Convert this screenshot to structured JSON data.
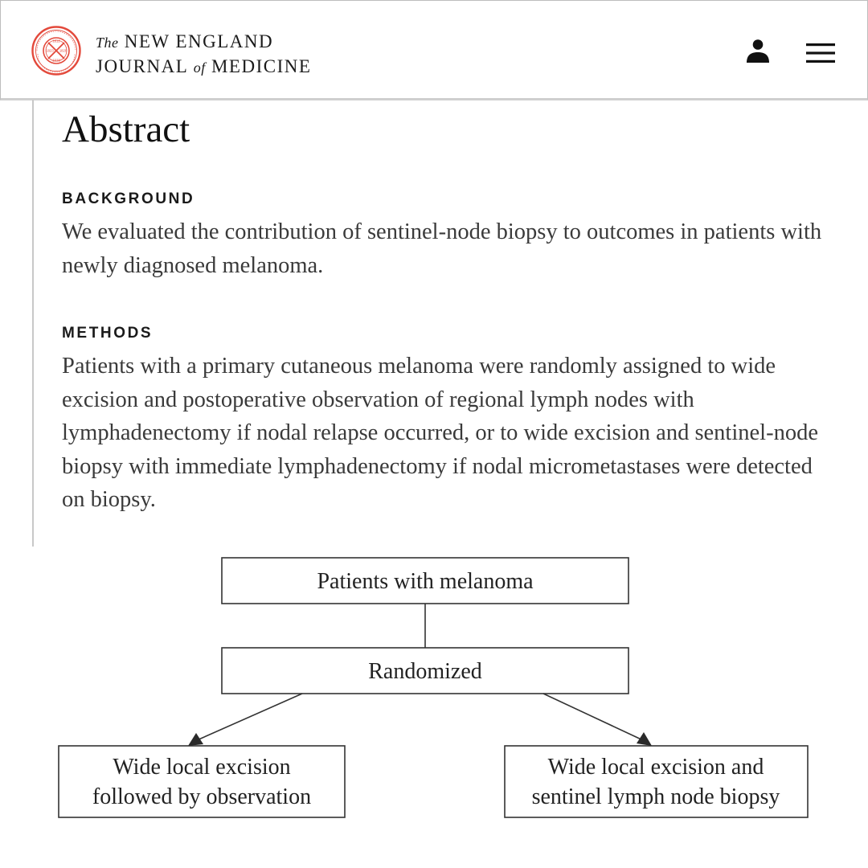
{
  "header": {
    "masthead_the": "The",
    "masthead_line1": "NEW ENGLAND",
    "masthead_journal": "JOURNAL",
    "masthead_of": "of",
    "masthead_medicine": "MEDICINE",
    "seal_text": "MEDICINE JOURNAL",
    "seal_years_top": "1812",
    "seal_years_left": "1823",
    "seal_years_right": "1828",
    "seal_years_bottom": "1928",
    "seal_color": "#e3493b",
    "icons": [
      "nejm-seal-icon",
      "user-icon",
      "menu-icon"
    ]
  },
  "abstract": {
    "title": "Abstract",
    "sections": [
      {
        "label": "BACKGROUND",
        "text": "We evaluated the contribution of sentinel-node biopsy to outcomes in patients with newly diagnosed melanoma."
      },
      {
        "label": "METHODS",
        "text": "Patients with a primary cutaneous melanoma were randomly assigned to wide excision and postoperative observation of regional lymph nodes with lymphadenectomy if nodal relapse occurred, or to wide excision and sentinel-node biopsy with immediate lymphadenectomy if nodal micrometastases were detected on biopsy."
      }
    ]
  },
  "flow": {
    "top": "Patients with melanoma",
    "middle": "Randomized",
    "left": [
      "Wide local excision",
      "followed by observation"
    ],
    "right": [
      "Wide local excision and",
      "sentinel lymph node biopsy"
    ]
  }
}
